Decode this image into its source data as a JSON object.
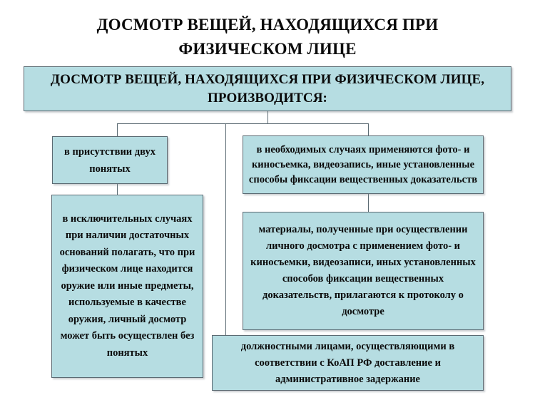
{
  "title": {
    "line1": "ДОСМОТР ВЕЩЕЙ, НАХОДЯЩИХСЯ ПРИ",
    "line2": "ФИЗИЧЕСКОМ ЛИЦЕ"
  },
  "root": {
    "text": "ДОСМОТР ВЕЩЕЙ, НАХОДЯЩИХСЯ ПРИ ФИЗИЧЕСКОМ ЛИЦЕ, ПРОИЗВОДИТСЯ:"
  },
  "nodes": {
    "witnesses": {
      "text": "в присутствии двух\nпонятых"
    },
    "exceptional": {
      "text": "в исключительных случаях при наличии достаточных оснований полагать, что при физическом лице находится оружие или иные предметы, используемые в качестве оружия, личный досмотр может быть осуществлен без понятых"
    },
    "photo": {
      "text": "в необходимых случаях применяются фото- и киносъемка, видеозапись, иные установленные способы фиксации вещественных  доказательств"
    },
    "materials": {
      "text": "материалы, полученные при осуществлении\nличного досмотра с применением фото- и киносъемки, видеозаписи, иных установленных способов фиксации вещественных доказательств, прилагаются к протоколу о досмотре"
    },
    "officials": {
      "text": "должностными лицами, осуществляющими в соответствии с КоАП РФ доставление и административное задержание"
    }
  },
  "colors": {
    "box_fill": "#b6dde2",
    "box_border": "#5b6a72",
    "text": "#0a0a0a",
    "background": "#ffffff"
  }
}
